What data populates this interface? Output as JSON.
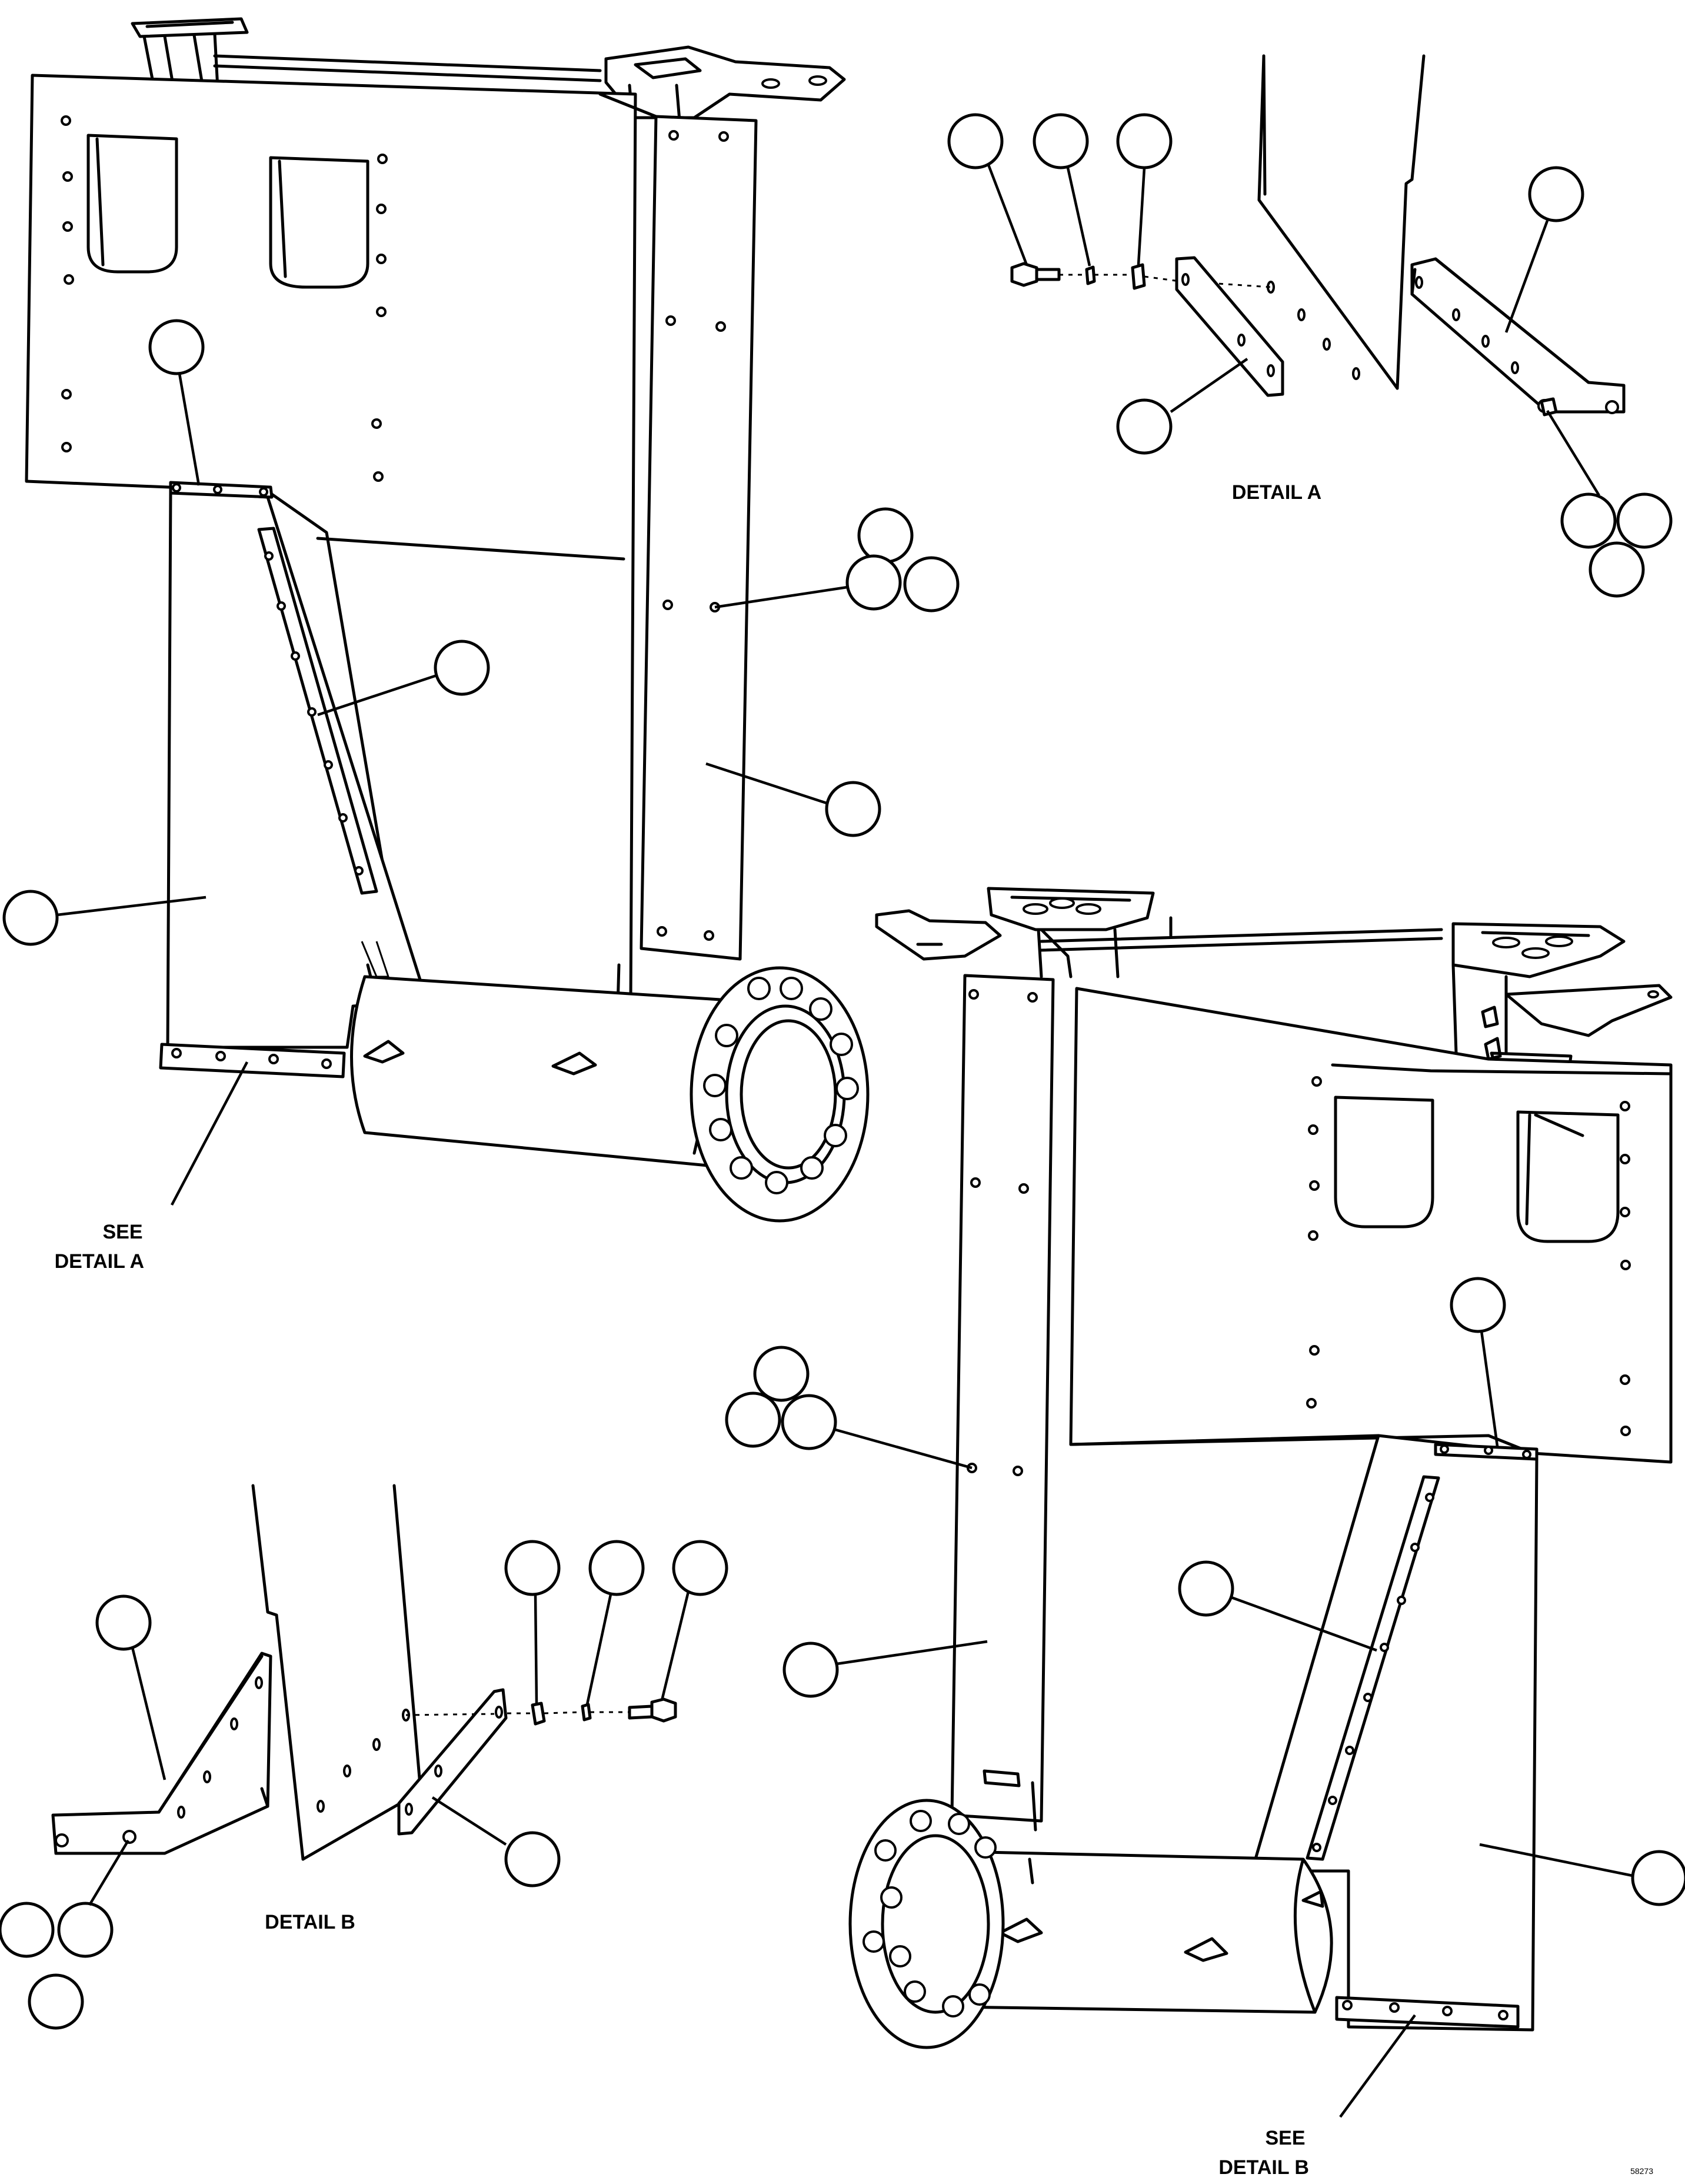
{
  "labels": {
    "see_detail_a": [
      "SEE",
      "DETAIL A"
    ],
    "detail_a": "DETAIL A",
    "detail_b": "DETAIL B",
    "see_detail_b": [
      "SEE",
      "DETAIL B"
    ]
  },
  "drawing_number": "58273"
}
